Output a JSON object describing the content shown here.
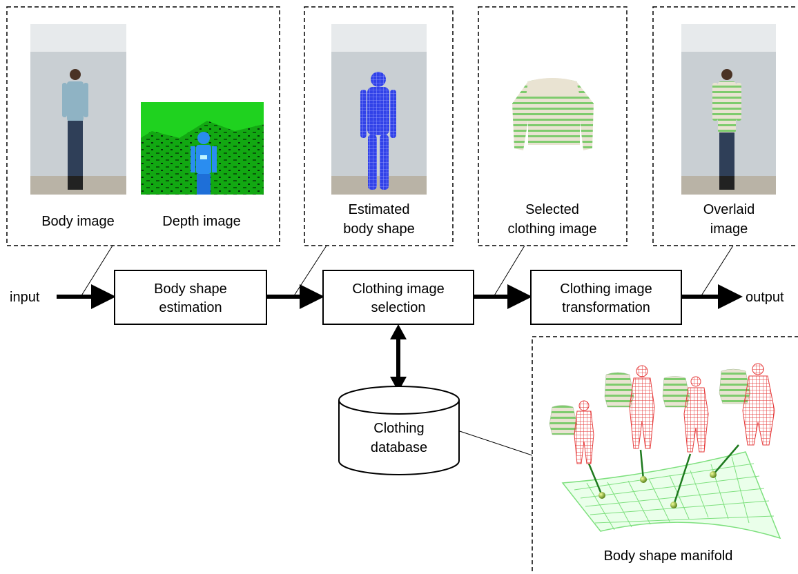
{
  "panels": {
    "input": {
      "label_body": "Body image",
      "label_depth": "Depth image"
    },
    "estimated": {
      "label_line1": "Estimated",
      "label_line2": "body shape"
    },
    "selected": {
      "label_line1": "Selected",
      "label_line2": "clothing image"
    },
    "overlaid": {
      "label_line1": "Overlaid",
      "label_line2": "image"
    },
    "manifold": {
      "label": "Body shape manifold"
    }
  },
  "flow": {
    "input_label": "input",
    "output_label": "output",
    "step1": {
      "line1": "Body shape",
      "line2": "estimation"
    },
    "step2": {
      "line1": "Clothing image",
      "line2": "selection"
    },
    "step3": {
      "line1": "Clothing image",
      "line2": "transformation"
    }
  },
  "database": {
    "line1": "Clothing",
    "line2": "database"
  },
  "colors": {
    "wall": "#c9cfd3",
    "shirt_blue": "#8fb3c4",
    "jeans": "#2f3f58",
    "depth_green": "#1fd21f",
    "depth_blue": "#2a8df0",
    "mesh_blue": "#2030e0",
    "stripe_green": "#7ecb6d",
    "stripe_cream": "#e9e3d2",
    "mesh_red": "#e63a3a",
    "manifold_green": "#7ee07e"
  }
}
